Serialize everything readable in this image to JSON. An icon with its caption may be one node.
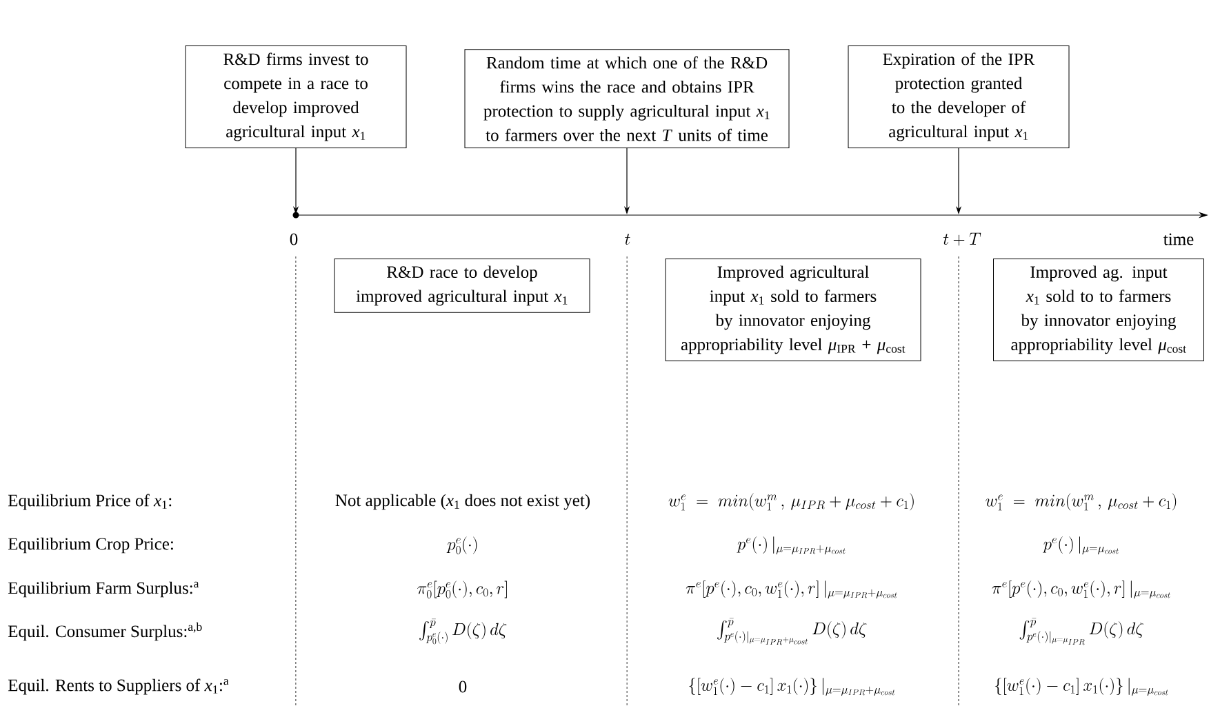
{
  "diagram": {
    "nodes": [
      {
        "text": [
          "R&D firms invest to compete in a race to develop improved agricultural input *x*$_{1}$"
        ]
      },
      {
        "text": [
          "Random time at which one of the R&D firms wins the race and obtains IPR protection to supply agricultural input *x*$_{1}$ to farmers over the next *T* units of time"
        ]
      },
      {
        "text": [
          "Expiration of the IPR protection granted to the developer of agricultural input *x*$_{1}$"
        ]
      },
      {
        "text": [
          "R&D race to develop improved agricultural input *x*$_{1}$"
        ]
      },
      {
        "text": [
          "Improved agricultural input *x*$_{1}$ sold to farmers by innovator enjoying appropriability level *μ*$_{IPR}$ + *μ*$_{cost}$"
        ]
      },
      {
        "text": [
          "Improved ag. input *x*$_{1}$ sold to to farmers by innovator enjoying appropriability level *μ*$_{cost}$"
        ]
      }
    ],
    "edges": [
      {
        "from": 0,
        "to": null,
        "arrow": "to"
      },
      {
        "from": 1,
        "to": null,
        "arrow": "to"
      },
      {
        "from": 2,
        "to": null,
        "arrow": "to"
      }
    ],
    "labels": [
      "0",
      "t",
      "t + T",
      "time",
      "Equilibrium Price of *x*$_{1}$:",
      "Not applicable (*x*$_{1}$ does not exist yet)",
      "w_1^e \\;=\\; min(w_1^m\\,,\\, \\mu_{IPR} + \\mu_{cost} + c_1)",
      "w_1^e \\;=\\; min(w_1^m\\,,\\, \\mu_{cost} + c_1)",
      "Equilibrium Crop Price:",
      "p_0^e(\\cdot)",
      "p^e(\\cdot)\\,|_{\\mu=\\mu_{IPR}+\\mu_{cost}}",
      "p^e(\\cdot)\\,|_{\\mu=\\mu_{cost}}",
      "Equilibrium Farm Surplus:$^{a}$",
      "\\pi_0^e[p_0^e(\\cdot), c_0, r]",
      "\\pi^e[p^e(\\cdot), c_0, w_1^e(\\cdot), r]\\,|_{\\mu=\\mu_{IPR}+\\mu_{cost}}",
      "\\pi^e[p^e(\\cdot), c_0, w_1^e(\\cdot), r]\\,|_{\\mu=\\mu_{cost}}",
      "Equil. Consumer Surplus:$^{a,b}$",
      "\\int_{p_0^e(\\cdot)}^{\\bar{p}} D(\\zeta)\\,d\\zeta",
      "\\int_{p^e(\\cdot)|_{\\mu=\\mu_{IPR}+\\mu_{cost}}}^{\\bar{p}} D(\\zeta)\\,d\\zeta",
      "\\int_{p^e(\\cdot)|_{\\mu=\\mu_{IPR}}}^{\\bar{p}} D(\\zeta)\\,d\\zeta",
      "Equil. Rents to Suppliers of *x*$_{1}$:$^{a}$",
      "0",
      "\\{[w_1^e(\\cdot)-c_1]\\,x_1(\\cdot)\\}\\,|_{\\mu=\\mu_{IPR}+\\mu_{cost}}",
      "\\{[w_1^e(\\cdot)-c_1]\\,x_1(\\cdot)\\}\\,|_{\\mu=\\mu_{cost}}"
    ]
  }
}
